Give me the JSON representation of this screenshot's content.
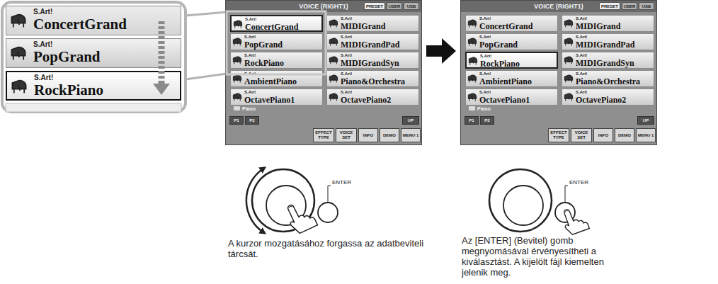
{
  "diagram": {
    "nodes": [
      {
        "text": [
          "S.Art!",
          "ConcertGrand"
        ]
      },
      {
        "text": [
          "S.Art!",
          "PopGrand"
        ]
      },
      {
        "text": [
          "S.Art!",
          "RockPiano"
        ]
      },
      {
        "text": [
          "VOICE (RIGHT1)"
        ]
      },
      {
        "text": [
          "S.Art!",
          "ConcertGrand"
        ],
        "in": 3
      },
      {
        "text": [
          "S.Art!",
          "MIDIGrand"
        ],
        "in": 3
      },
      {
        "text": [
          "S.Art!",
          "PopGrand"
        ],
        "in": 3
      },
      {
        "text": [
          "S.Art!",
          "MIDIGrandPad"
        ],
        "in": 3
      },
      {
        "text": [
          "S.Art!",
          "RockPiano"
        ],
        "in": 3
      },
      {
        "text": [
          "S.Art!",
          "MIDIGrandSyn"
        ],
        "in": 3
      },
      {
        "text": [
          "S.Art!",
          "AmbientPiano"
        ],
        "in": 3
      },
      {
        "text": [
          "S.Art!",
          "Piano&Orchestra"
        ],
        "in": 3
      },
      {
        "text": [
          "S.Art!",
          "OctavePiano1"
        ],
        "in": 3
      },
      {
        "text": [
          "S.Art!",
          "OctavePiano2"
        ],
        "in": 3
      },
      {
        "text": [
          "VOICE (RIGHT1)"
        ]
      },
      {
        "text": [
          "S.Art!",
          "ConcertGrand"
        ],
        "in": 14
      },
      {
        "text": [
          "S.Art!",
          "MIDIGrand"
        ],
        "in": 14
      },
      {
        "text": [
          "S.Art!",
          "PopGrand"
        ],
        "in": 14
      },
      {
        "text": [
          "S.Art!",
          "MIDIGrandPad"
        ],
        "in": 14
      },
      {
        "text": [
          "S.Art!",
          "RockPiano"
        ],
        "in": 14
      },
      {
        "text": [
          "S.Art!",
          "MIDIGrandSyn"
        ],
        "in": 14
      },
      {
        "text": [
          "S.Art!",
          "AmbientPiano"
        ],
        "in": 14
      },
      {
        "text": [
          "S.Art!",
          "Piano&Orchestra"
        ],
        "in": 14
      },
      {
        "text": [
          "S.Art!",
          "OctavePiano1"
        ],
        "in": 14
      },
      {
        "text": [
          "S.Art!",
          "OctavePiano2"
        ],
        "in": 14
      }
    ],
    "edges": [
      {
        "from": 3,
        "to": 14,
        "arrow": "to"
      }
    ],
    "labels": [
      "PRESET",
      "USER",
      "USB",
      "Piano",
      "P1",
      "P2",
      "UP",
      "EFFECT TYPE",
      "VOICE SET",
      "INFO",
      "DEMO",
      "MENU 1",
      "PRESET",
      "USER",
      "USB",
      "Piano",
      "P1",
      "P2",
      "UP",
      "EFFECT TYPE",
      "VOICE SET",
      "INFO",
      "DEMO",
      "MENU 1",
      "ENTER",
      "A kurzor mozgatásához forgassa az adatbeviteli tárcsát.",
      "ENTER",
      "Az [ENTER] (Bevitel) gomb megnyomásával érvényesítheti a kiválasztást. A kijelölt fájl kiemelten jelenik meg."
    ]
  }
}
